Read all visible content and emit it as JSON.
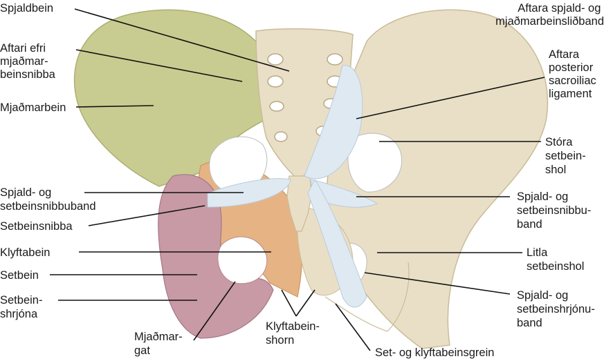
{
  "labels": {
    "sacrum": "Spjaldbein",
    "psis": [
      "Aftari efri",
      "mjaðmar-",
      "beinsnibba"
    ],
    "ilium": "Mjaðmarbein",
    "sacrospinous_left": [
      "Spjald- og",
      "setbeinsnibbuband"
    ],
    "ischial_spine": "Setbeinsnibba",
    "pubis": "Klyftabein",
    "ischium": "Setbein",
    "ischial_tuberosity": [
      "Setbein-",
      "shrjóna"
    ],
    "obturator": [
      "Mjaðmar-",
      "gat"
    ],
    "pubic_arch": [
      "Klyftabein-",
      "shorn"
    ],
    "ischiopubic_ramus": "Set- og klyftabeinsgrein",
    "sacroiliac_ligament_top": [
      "Aftara spjald- og",
      "mjaðmarbeinsliðband"
    ],
    "posterior_sacroiliac": [
      "Aftara",
      "posterior",
      "sacroiliac",
      "ligament"
    ],
    "greater_sciatic": [
      "Stóra",
      "setbein-",
      "shol"
    ],
    "sacrospinous_right": [
      "Spjald- og",
      "setbeinsnibbu-",
      "band"
    ],
    "lesser_sciatic": [
      "Litla",
      "setbeinshol"
    ],
    "sacrotuberous": [
      "Spjald- og",
      "setbeinshrjónu-",
      "band"
    ]
  },
  "colors": {
    "ilium": "#c8cc90",
    "bone": "#e9dfc6",
    "ischium": "#c79aa6",
    "pubis": "#e6b484",
    "ligament": "#dfe9f2",
    "line": "#111111"
  }
}
